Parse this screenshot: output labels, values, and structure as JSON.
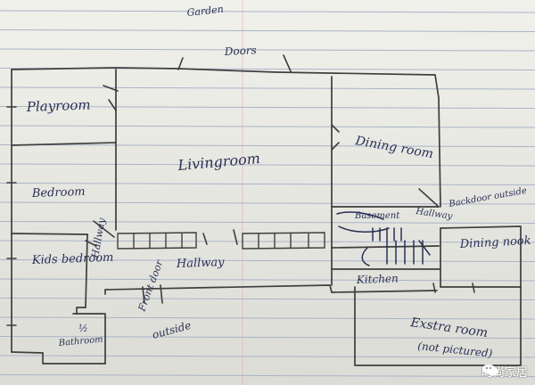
{
  "rooms": {
    "garden": "Garden",
    "doors": "Doors",
    "playroom": "Playroom",
    "bedroom": "Bedroom",
    "living_room": "Livingroom",
    "dining_room": "Dining room",
    "kids_bedroom": "Kids bedroom",
    "hallway_left": "Hallway",
    "hallway_main": "Hallway",
    "basement": "Basement",
    "hallway_right": "Hallway",
    "backdoor": "Backdoor outside",
    "dining_nook": "Dining nook",
    "kitchen": "Kitchen",
    "front_door": "Front door",
    "outside": "outside",
    "bathroom_num": "½",
    "bathroom": "Bathroom",
    "extra_room": "Exstra room",
    "not_pictured": "(not pictured)"
  },
  "watermark": {
    "text": "时尚家居"
  },
  "colors": {
    "paper": "#e9e9e4",
    "rule_line": "#a8b4c8",
    "margin_line": "#d9a4a4",
    "ink": "#2a2f55",
    "pencil": "#3e3e3e"
  }
}
